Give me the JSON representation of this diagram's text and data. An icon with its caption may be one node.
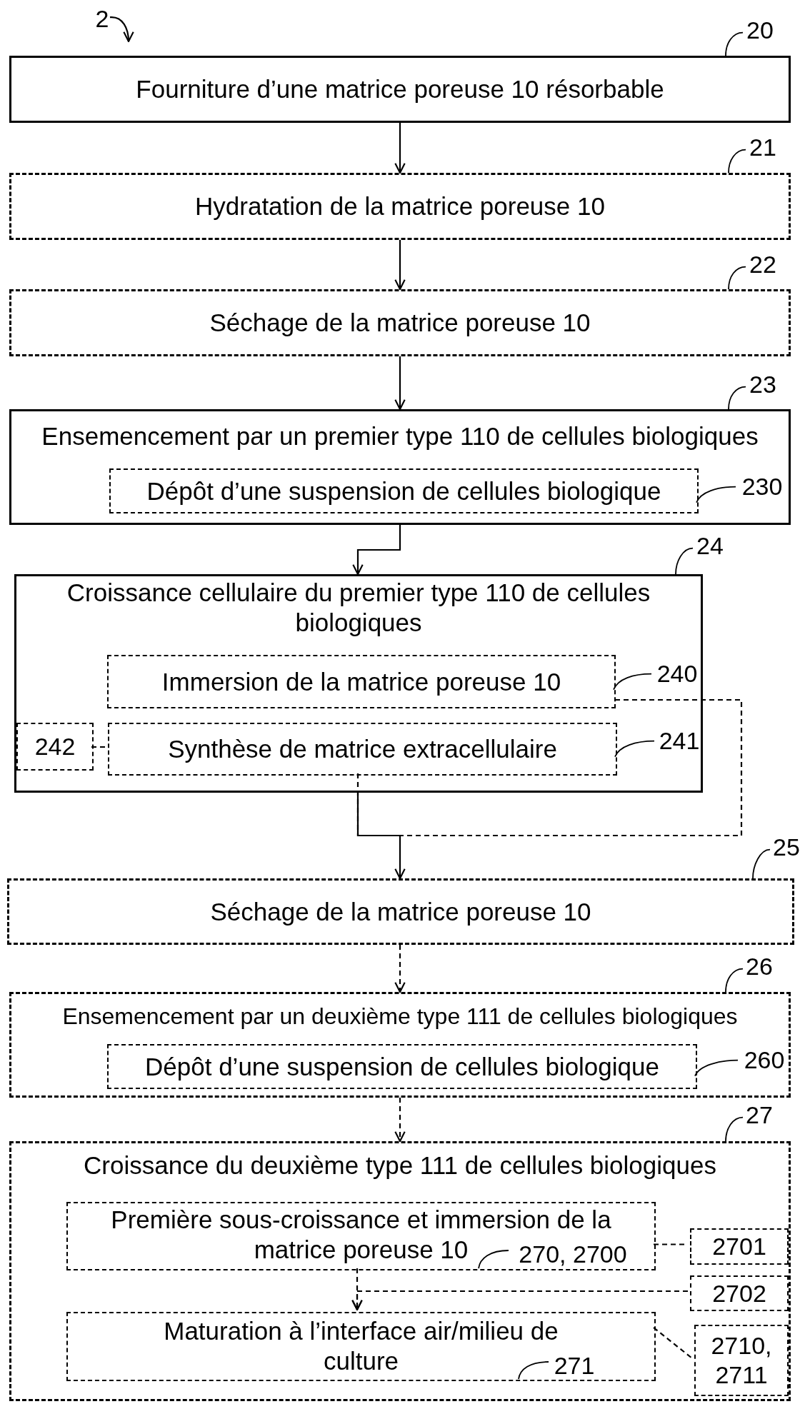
{
  "diagram": {
    "nodes": [
      {
        "text": [
          "2"
        ]
      },
      {
        "text": [
          "20"
        ]
      },
      {
        "text": [
          "Fourniture d’une matrice poreuse 10 résorbable"
        ]
      },
      {
        "text": [
          "21"
        ]
      },
      {
        "text": [
          "Hydratation de la matrice poreuse 10"
        ]
      },
      {
        "text": [
          "22"
        ]
      },
      {
        "text": [
          "Séchage de la matrice poreuse 10"
        ]
      },
      {
        "text": [
          "23"
        ]
      },
      {
        "text": [
          "Ensemencement par un premier type 110 de cellules biologiques"
        ]
      },
      {
        "text": [
          "Dépôt d’une suspension de cellules biologique"
        ],
        "in": 8
      },
      {
        "text": [
          "230"
        ],
        "in": 8
      },
      {
        "text": [
          "24"
        ]
      },
      {
        "text": [
          "Croissance cellulaire du premier type 110 de cellules biologiques"
        ]
      },
      {
        "text": [
          "Immersion de la matrice poreuse 10"
        ],
        "in": 12
      },
      {
        "text": [
          "240"
        ],
        "in": 12
      },
      {
        "text": [
          "242"
        ],
        "in": 12
      },
      {
        "text": [
          "Synthèse de matrice extracellulaire"
        ],
        "in": 12
      },
      {
        "text": [
          "241"
        ],
        "in": 12
      },
      {
        "text": [
          "25"
        ]
      },
      {
        "text": [
          "Séchage de la matrice poreuse 10"
        ]
      },
      {
        "text": [
          "26"
        ]
      },
      {
        "text": [
          "Ensemencement par un deuxième type 111 de cellules biologiques"
        ]
      },
      {
        "text": [
          "Dépôt d’une suspension de cellules biologique"
        ],
        "in": 21
      },
      {
        "text": [
          "260"
        ],
        "in": 21
      },
      {
        "text": [
          "27"
        ]
      },
      {
        "text": [
          "Croissance du deuxième type 111 de cellules biologiques"
        ]
      },
      {
        "text": [
          "Première sous-croissance et immersion de la matrice poreuse 10"
        ],
        "in": 25
      },
      {
        "text": [
          "270, 2700"
        ],
        "in": 26
      },
      {
        "text": [
          "2701"
        ],
        "in": 25
      },
      {
        "text": [
          "2702"
        ],
        "in": 25
      },
      {
        "text": [
          "Maturation à l’interface air/milieu de culture"
        ],
        "in": 25
      },
      {
        "text": [
          "271"
        ],
        "in": 30
      },
      {
        "text": [
          "2710, 2711"
        ],
        "in": 25
      }
    ],
    "edges": [
      {
        "from": 0,
        "to": null,
        "arrow": "to"
      },
      {
        "from": 1,
        "to": 2,
        "arrow": "none"
      },
      {
        "from": 2,
        "to": 4,
        "arrow": "to"
      },
      {
        "from": 3,
        "to": 4,
        "arrow": "none"
      },
      {
        "from": 4,
        "to": 6,
        "arrow": "to"
      },
      {
        "from": 5,
        "to": 6,
        "arrow": "none"
      },
      {
        "from": 6,
        "to": 8,
        "arrow": "to"
      },
      {
        "from": 7,
        "to": 8,
        "arrow": "none"
      },
      {
        "from": 10,
        "to": 9,
        "arrow": "none"
      },
      {
        "from": 8,
        "to": 12,
        "arrow": "to"
      },
      {
        "from": 11,
        "to": 12,
        "arrow": "none"
      },
      {
        "from": 14,
        "to": 13,
        "arrow": "none"
      },
      {
        "from": 15,
        "to": 16,
        "arrow": "none",
        "style": "dashed"
      },
      {
        "from": 17,
        "to": 16,
        "arrow": "none"
      },
      {
        "from": 16,
        "to": 13,
        "arrow": "none",
        "style": "dashed"
      },
      {
        "from": 12,
        "to": 19,
        "arrow": "to"
      },
      {
        "from": 18,
        "to": 19,
        "arrow": "none"
      },
      {
        "from": 19,
        "to": 21,
        "arrow": "to",
        "style": "dashed"
      },
      {
        "from": 20,
        "to": 21,
        "arrow": "none"
      },
      {
        "from": 23,
        "to": 22,
        "arrow": "none"
      },
      {
        "from": 21,
        "to": 25,
        "arrow": "to",
        "style": "dashed"
      },
      {
        "from": 24,
        "to": 25,
        "arrow": "none"
      },
      {
        "from": 27,
        "to": 26,
        "arrow": "none"
      },
      {
        "from": 26,
        "to": 28,
        "arrow": "none",
        "style": "dashed"
      },
      {
        "from": 26,
        "to": 30,
        "arrow": "to",
        "style": "dashed"
      },
      {
        "from": 29,
        "to": 30,
        "arrow": "to",
        "style": "dashed"
      },
      {
        "from": 31,
        "to": 30,
        "arrow": "none"
      },
      {
        "from": 30,
        "to": 32,
        "arrow": "none",
        "style": "dashed"
      }
    ]
  }
}
